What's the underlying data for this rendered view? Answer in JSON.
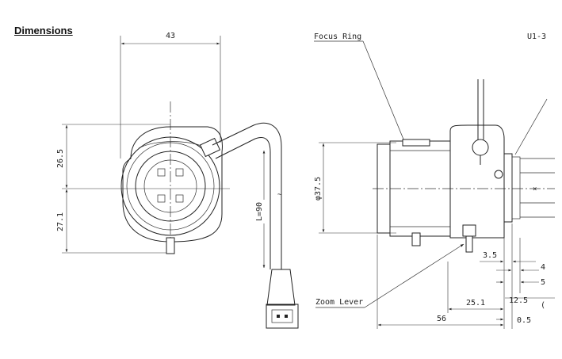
{
  "heading": "Dimensions",
  "front_view": {
    "width_dim": "43",
    "upper_height_dim": "26.5",
    "lower_height_dim": "27.1",
    "cable_length": "L=90"
  },
  "side_view": {
    "focus_ring_label": "Focus Ring",
    "zoom_lever_label": "Zoom Lever",
    "mount_label": "U1-3",
    "diameter_dim": "φ37.5",
    "dim_3_5": "3.5",
    "dim_25_1": "25.1",
    "dim_56": "56",
    "dim_12_5": "12.5",
    "dim_0_5": "0.5",
    "dim_4": "4",
    "dim_5": "5",
    "dim_paren": "("
  }
}
